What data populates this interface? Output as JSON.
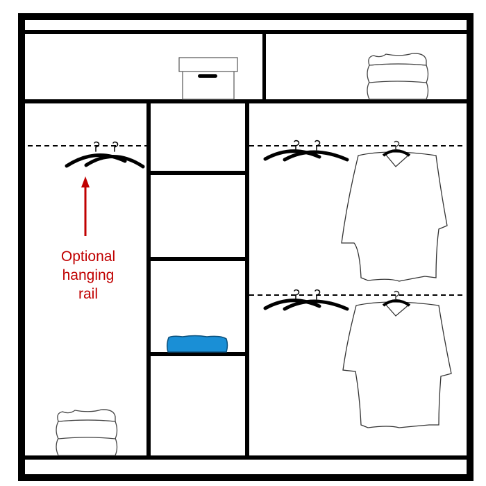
{
  "annotation": {
    "lines": [
      "Optional",
      "hanging",
      "rail"
    ],
    "color": "#c00000"
  },
  "colors": {
    "frame": "#000000",
    "folded_item_blue": "#1a8fd6"
  },
  "items": [
    "storage-box",
    "folded-stack-top-right",
    "folded-stack-bottom-left",
    "folded-item-blue",
    "hangers",
    "shirts",
    "hanging-rails"
  ]
}
